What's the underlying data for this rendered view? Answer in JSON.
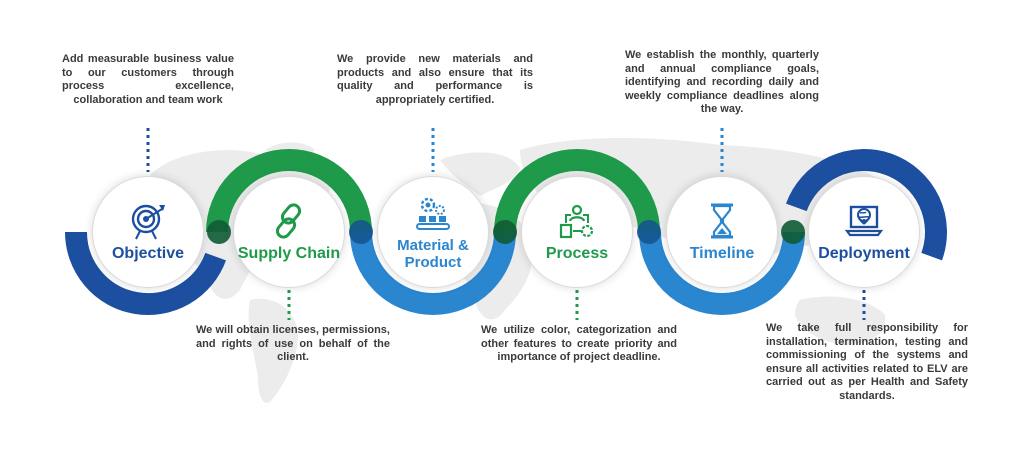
{
  "colors": {
    "dark_blue": "#1d4fa0",
    "green": "#1f9a4a",
    "light_blue": "#2a86cf",
    "map": "#ececec",
    "text": "#3a3a3a"
  },
  "steps": [
    {
      "label": "Objective",
      "icon": "target-icon",
      "color": "#1d4fa0",
      "description": "Add measurable business value to our customers through process excellence, collaboration and team work"
    },
    {
      "label": "Supply Chain",
      "icon": "chain-link-icon",
      "color": "#1f9a4a",
      "description": "We will obtain licenses, permissions, and rights of use on behalf of the client."
    },
    {
      "label": "Material & Product",
      "icon": "conveyor-gear-icon",
      "color": "#2a86cf",
      "description": "We provide new materials and products and also ensure that its quality and performance is appropriately certified."
    },
    {
      "label": "Process",
      "icon": "process-flow-icon",
      "color": "#1f9a4a",
      "description": "We utilize color, categorization and other features to create priority and importance of project deadline."
    },
    {
      "label": "Timeline",
      "icon": "hourglass-icon",
      "color": "#2a86cf",
      "description": "We establish the monthly, quarterly and annual compliance goals, identifying and recording daily and weekly compliance deadlines along the way."
    },
    {
      "label": "Deployment",
      "icon": "laptop-globe-icon",
      "color": "#1d4fa0",
      "description": "We take full responsibility for installation, termination, testing and commissioning of the systems and ensure all activities related to ELV are carried out as per  Health and Safety standards."
    }
  ]
}
